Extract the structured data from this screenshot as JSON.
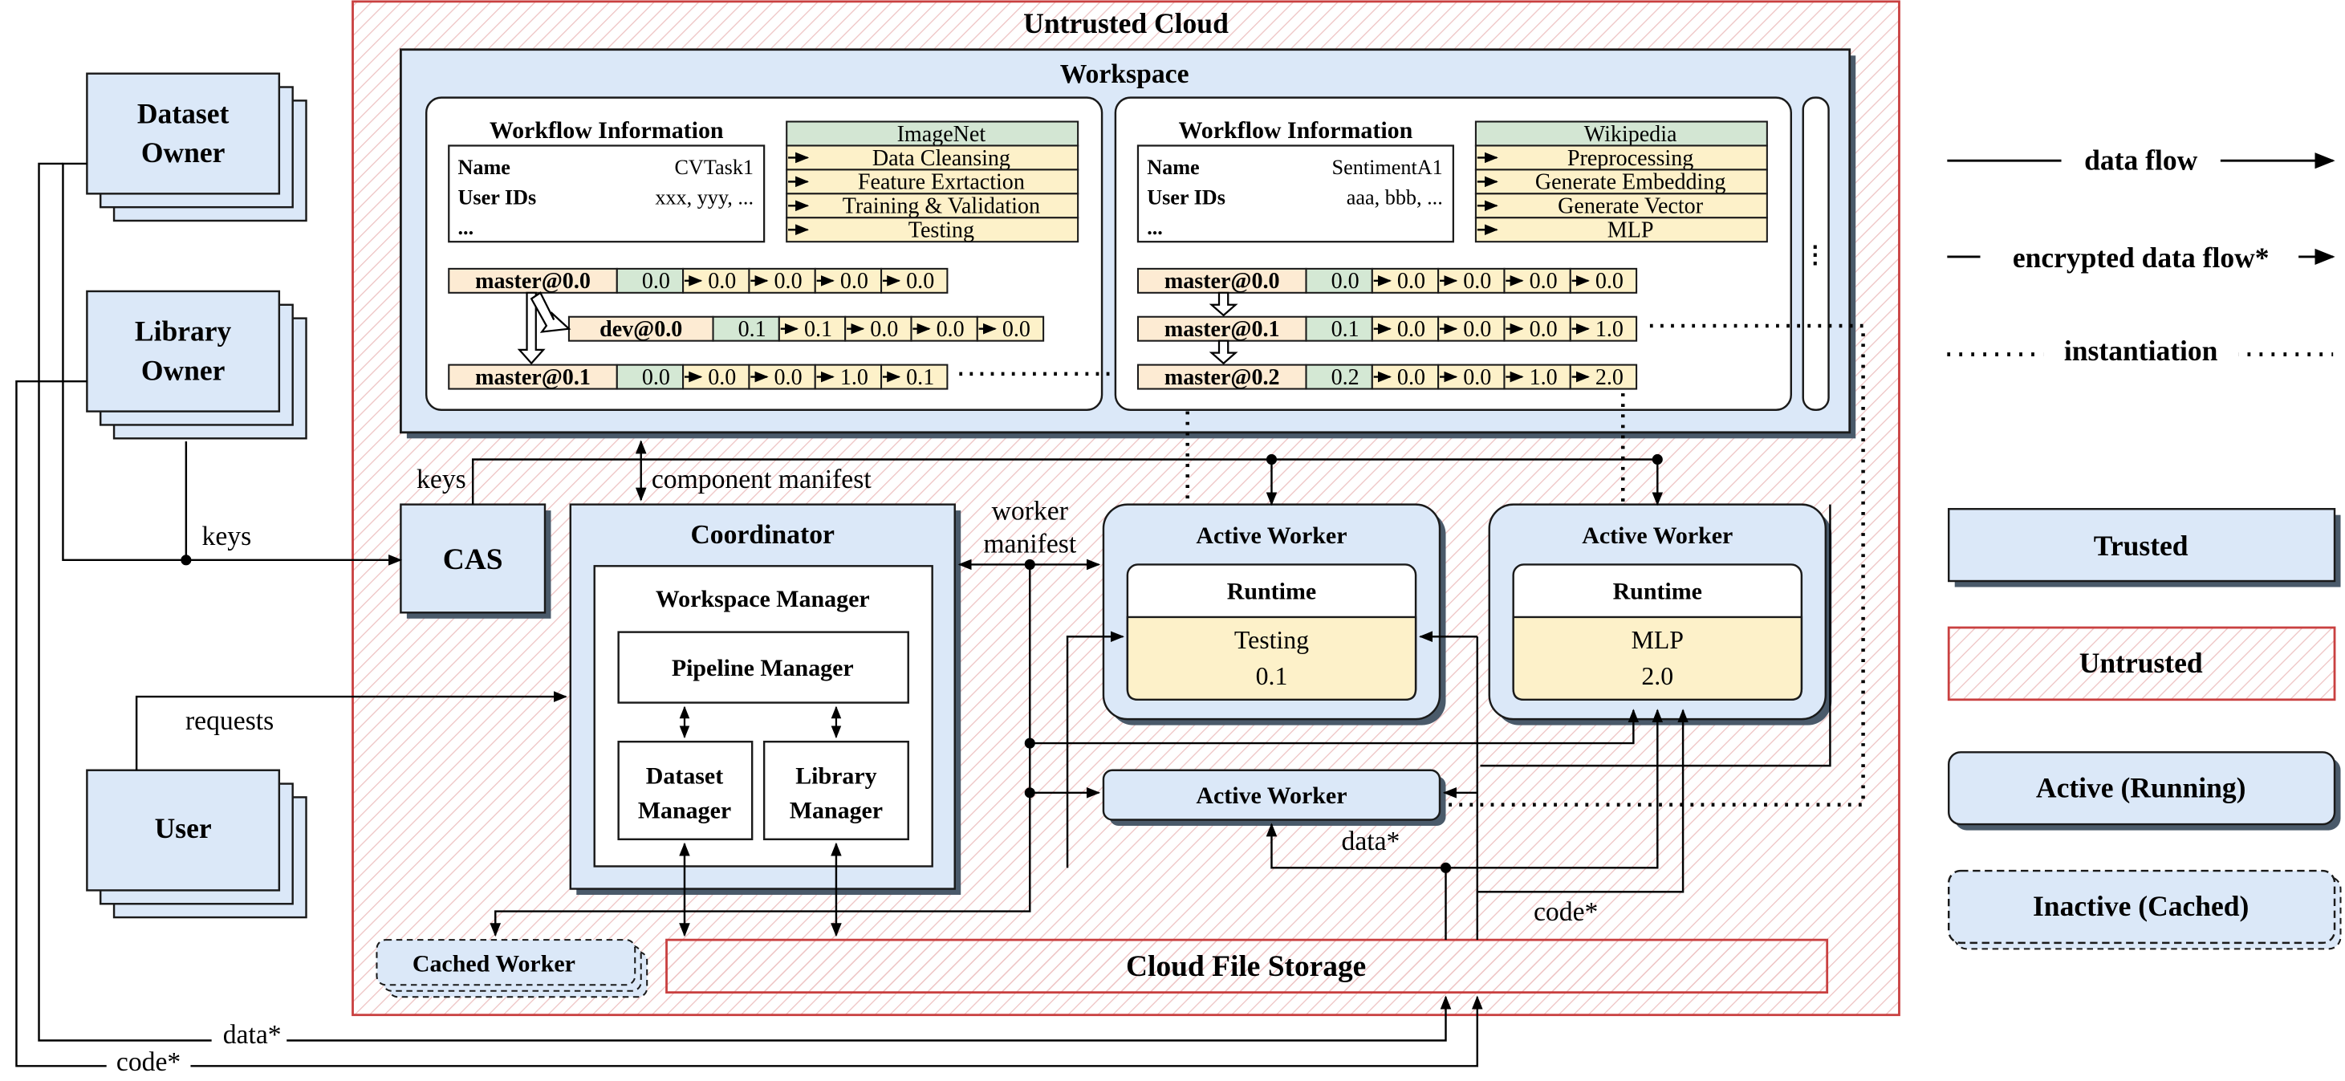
{
  "colors": {
    "trusted_fill": "#dbe8f8",
    "trusted_stroke": "#1a1a1a",
    "untrusted_stroke": "#c94040",
    "hatch": "#e8b4b4",
    "version_fill": "#fdebd3",
    "version_green": "#d4e8d4",
    "task_fill": "#fdf1c9",
    "dataset_fill": "#d3e6d3",
    "shadow": "#4a5a6a"
  },
  "untrusted_cloud": {
    "title": "Untrusted Cloud"
  },
  "workspace": {
    "title": "Workspace",
    "ellipsis": "⋮"
  },
  "workflows": [
    {
      "heading": "Workflow Information",
      "info": [
        {
          "key": "Name",
          "value": "CVTask1"
        },
        {
          "key": "User IDs",
          "value": "xxx, yyy, ..."
        },
        {
          "key": "...",
          "value": ""
        }
      ],
      "stages": [
        "ImageNet",
        "Data Cleansing",
        "Feature Exrtaction",
        "Training & Validation",
        "Testing"
      ],
      "versions": [
        {
          "label": "master@0.0",
          "cells": [
            "0.0",
            "0.0",
            "0.0",
            "0.0",
            "0.0"
          ]
        },
        {
          "label": "dev@0.0",
          "cells": [
            "0.1",
            "0.1",
            "0.0",
            "0.0",
            "0.0"
          ]
        },
        {
          "label": "master@0.1",
          "cells": [
            "0.0",
            "0.0",
            "0.0",
            "1.0",
            "0.1"
          ]
        }
      ]
    },
    {
      "heading": "Workflow Information",
      "info": [
        {
          "key": "Name",
          "value": "SentimentA1"
        },
        {
          "key": "User IDs",
          "value": "aaa, bbb, ..."
        },
        {
          "key": "...",
          "value": ""
        }
      ],
      "stages": [
        "Wikipedia",
        "Preprocessing",
        "Generate Embedding",
        "Generate Vector",
        "MLP"
      ],
      "versions": [
        {
          "label": "master@0.0",
          "cells": [
            "0.0",
            "0.0",
            "0.0",
            "0.0",
            "0.0"
          ]
        },
        {
          "label": "master@0.1",
          "cells": [
            "0.1",
            "0.0",
            "0.0",
            "0.0",
            "1.0"
          ]
        },
        {
          "label": "master@0.2",
          "cells": [
            "0.2",
            "0.0",
            "0.0",
            "1.0",
            "2.0"
          ]
        }
      ]
    }
  ],
  "owners": {
    "dataset": [
      "Dataset",
      "Owner"
    ],
    "library": [
      "Library",
      "Owner"
    ],
    "user": "User"
  },
  "cas": {
    "label": "CAS"
  },
  "coordinator": {
    "title": "Coordinator",
    "workspace_manager": "Workspace Manager",
    "pipeline_manager": "Pipeline Manager",
    "dataset_manager": [
      "Dataset",
      "Manager"
    ],
    "library_manager": [
      "Library",
      "Manager"
    ]
  },
  "workers": {
    "active_title": "Active Worker",
    "runtime": "Runtime",
    "worker1": {
      "task": "Testing",
      "version": "0.1"
    },
    "worker2": {
      "task": "MLP",
      "version": "2.0"
    },
    "cached": "Cached Worker"
  },
  "storage": {
    "label": "Cloud File Storage"
  },
  "edge_labels": {
    "keys_top": "keys",
    "keys_left": "keys",
    "component_manifest": "component manifest",
    "worker_manifest": [
      "worker",
      "manifest"
    ],
    "requests": "requests",
    "data_inner": "data*",
    "code_inner": "code*",
    "data_bottom": "data*",
    "code_bottom": "code*"
  },
  "legend": {
    "data_flow": "data flow",
    "encrypted_flow": "encrypted data flow*",
    "instantiation": "instantiation",
    "trusted": "Trusted",
    "untrusted": "Untrusted",
    "active": "Active (Running)",
    "inactive": "Inactive (Cached)"
  }
}
